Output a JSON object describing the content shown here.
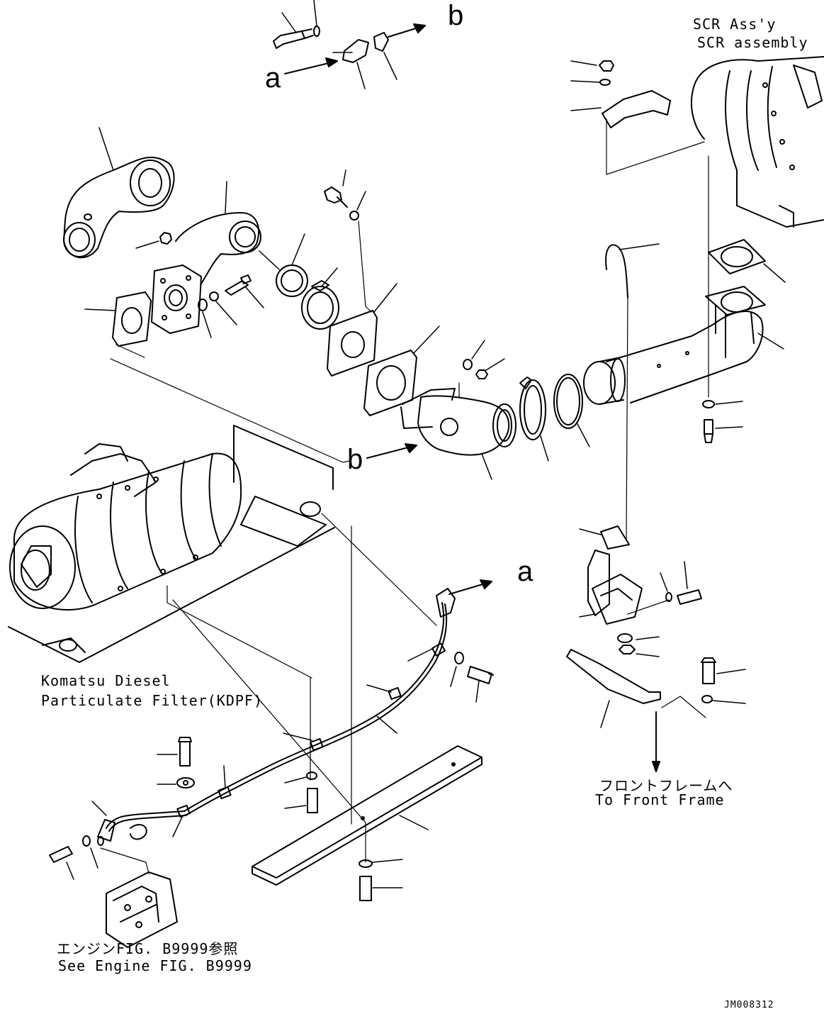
{
  "labels": {
    "scr_ja": "SCR Ass'y",
    "scr_en": "SCR assembly",
    "kdpf_line1": "Komatsu Diesel",
    "kdpf_line2": "Particulate Filter(KDPF)",
    "engine_ja": "エンジンFIG. B9999参照",
    "engine_en": "See Engine FIG. B9999",
    "front_ja": "フロントフレームへ",
    "front_en": "To Front Frame",
    "ref_a_top": "a",
    "ref_b_top": "b",
    "ref_b_mid": "b",
    "ref_a_mid": "a",
    "drawing_no": "JM008312"
  }
}
